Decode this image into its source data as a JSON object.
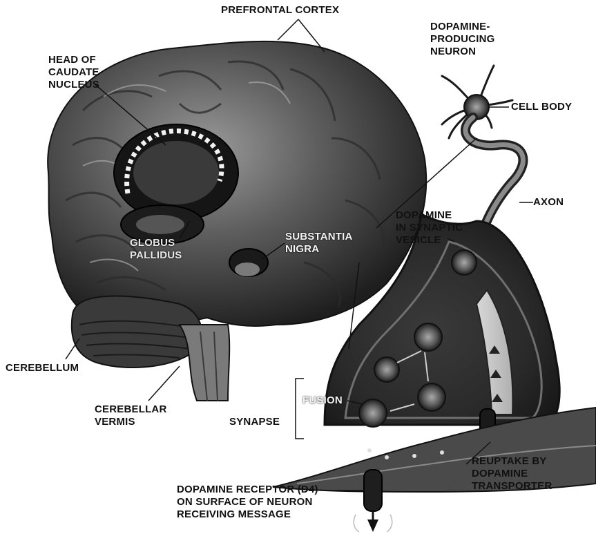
{
  "labels": {
    "prefrontal_cortex": "PREFRONTAL CORTEX",
    "dopamine_producing_neuron": "DOPAMINE-\nPRODUCING\nNEURON",
    "head_of_caudate": "HEAD OF\nCAUDATE\nNUCLEUS",
    "cell_body": "CELL BODY",
    "axon": "AXON",
    "dopamine_in_vesicle": "DOPAMINE\nIN SYNAPTIC\nVESICLE",
    "globus_pallidus": "GLOBUS\nPALLIDUS",
    "substantia_nigra": "SUBSTANTIA\nNIGRA",
    "cerebellum": "CEREBELLUM",
    "cerebellar_vermis": "CEREBELLAR\nVERMIS",
    "fusion": "FUSION",
    "synapse": "SYNAPSE",
    "reuptake": "REUPTAKE BY\nDOPAMINE\nTRANSPORTER",
    "receptor": "DOPAMINE RECEPTOR (D4)\nON SURFACE OF NEURON\nRECEIVING MESSAGE"
  },
  "colors": {
    "brain_dark": "#2a2a2a",
    "brain_mid": "#6d6d6d",
    "neuron_fill": "#8a8a8a",
    "background": "#ffffff"
  }
}
